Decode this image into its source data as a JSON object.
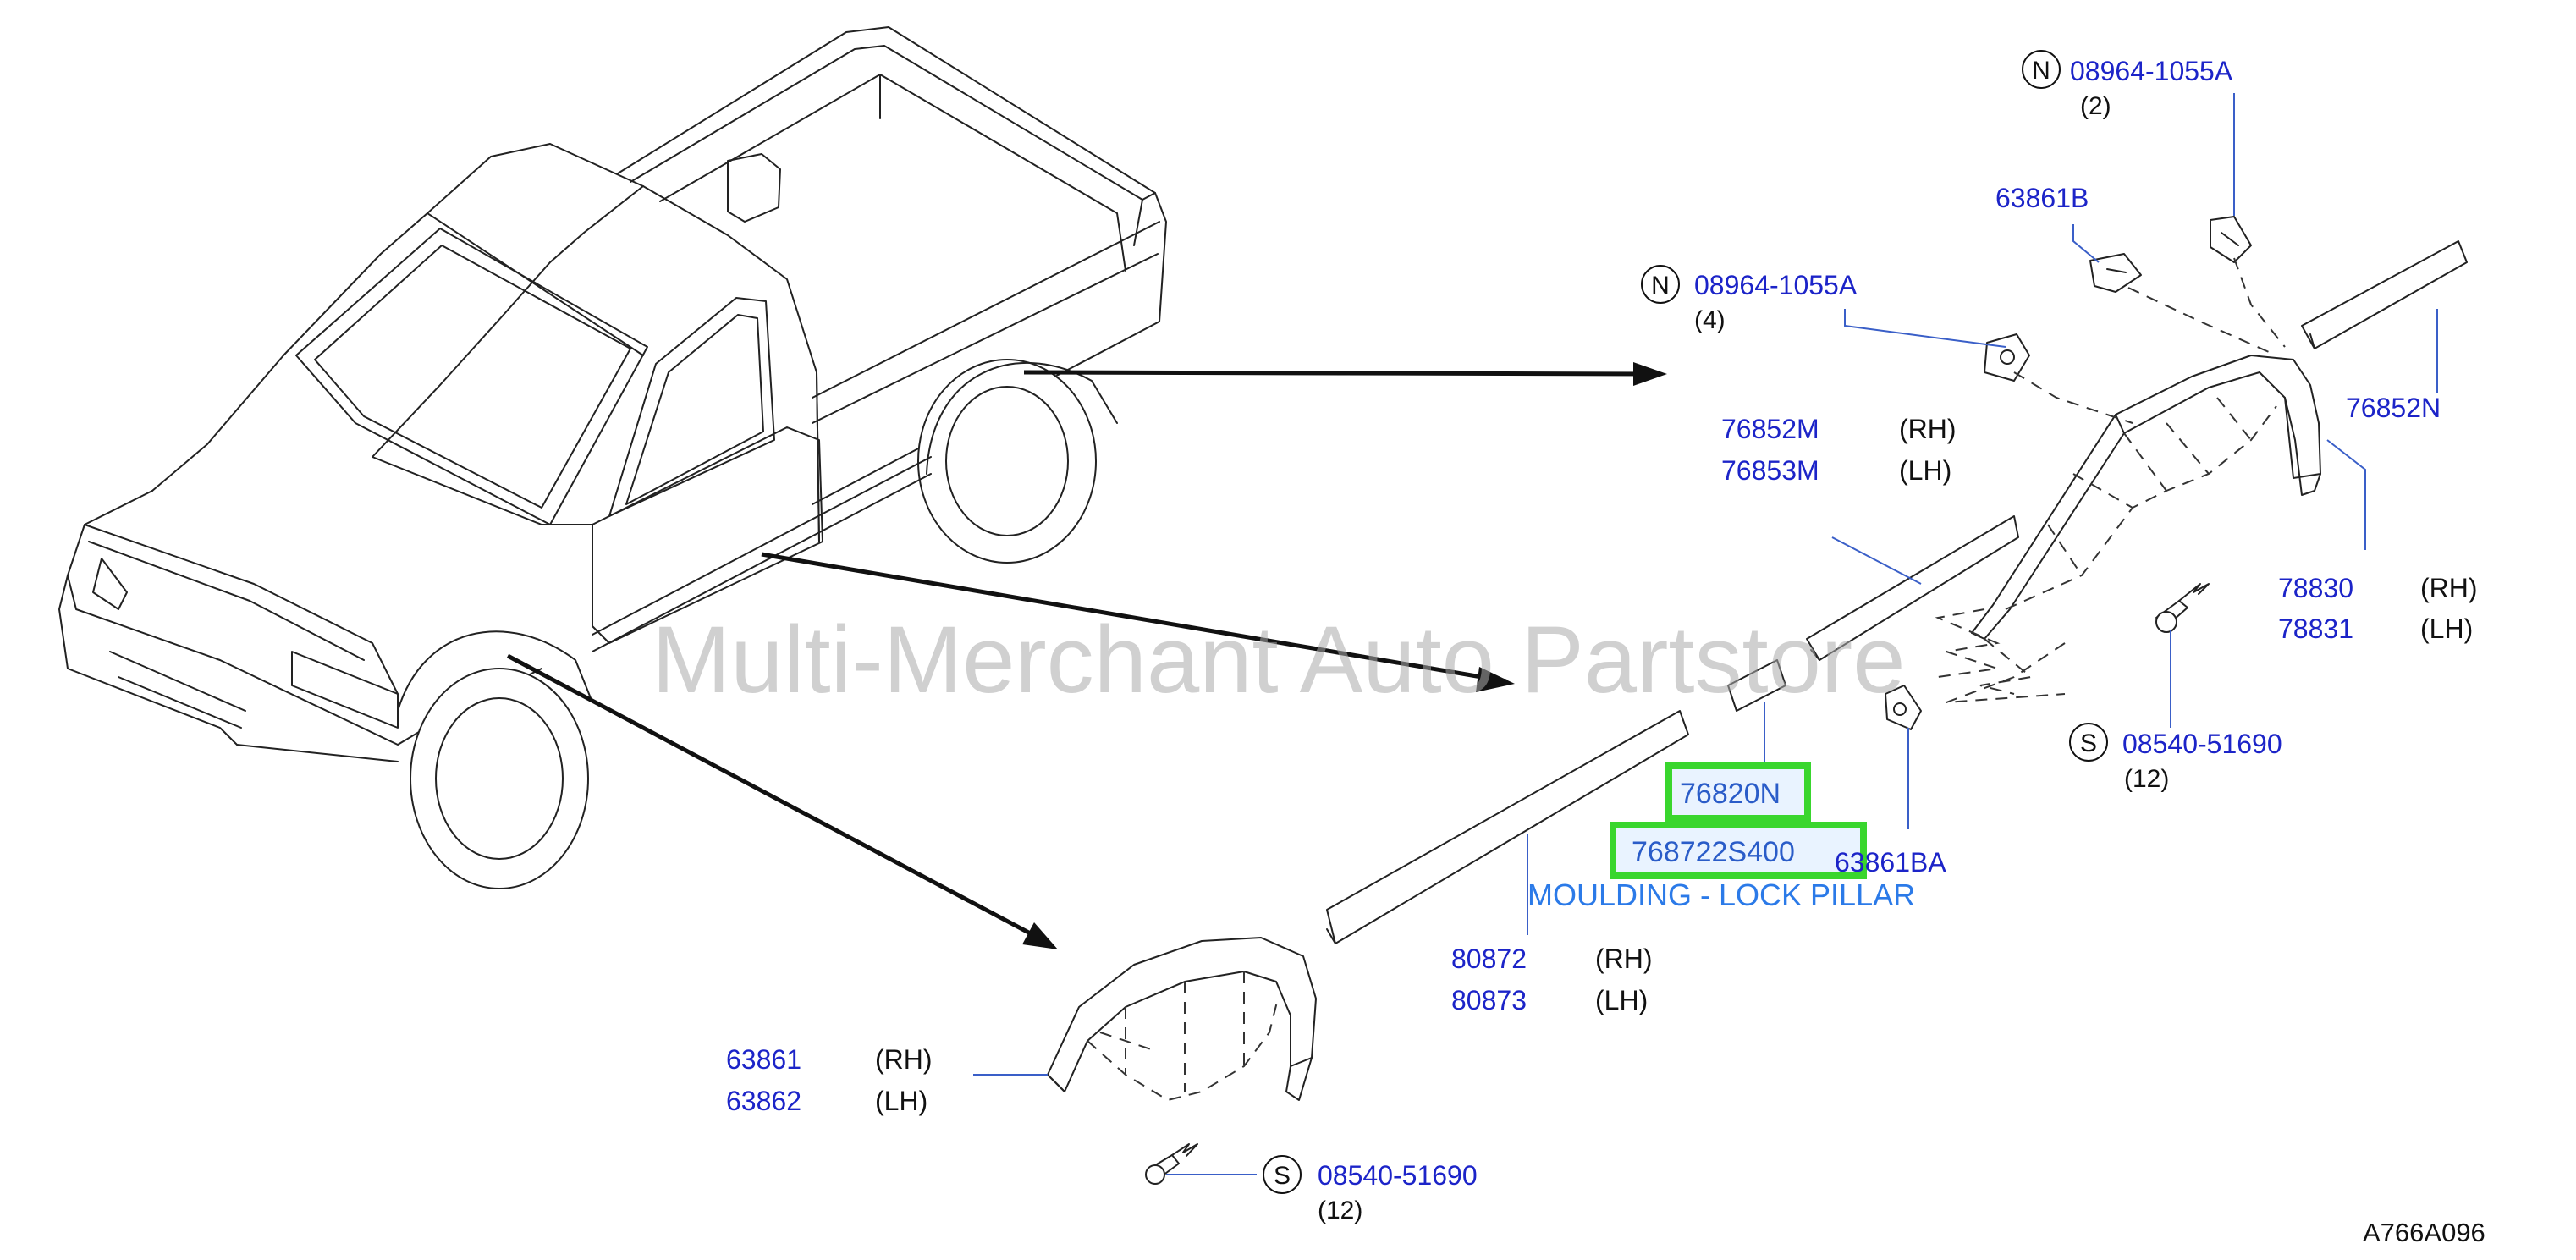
{
  "watermark": "Multi-Merchant Auto Partstore",
  "diagram_ref": "A766A096",
  "description": "MOULDING - LOCK PILLAR",
  "parts": {
    "clip_top": {
      "prefix": "N",
      "number": "08964-1055A",
      "qty": "(2)"
    },
    "clip_left": {
      "prefix": "N",
      "number": "08964-1055A",
      "qty": "(4)"
    },
    "bracket_63861B": {
      "number": "63861B"
    },
    "moulding_76852N": {
      "number": "76852N"
    },
    "moulding_76852M": {
      "number": "76852M",
      "side": "(RH)"
    },
    "moulding_76853M": {
      "number": "76853M",
      "side": "(LH)"
    },
    "flare_78830": {
      "number": "78830",
      "side": "(RH)"
    },
    "flare_78831": {
      "number": "78831",
      "side": "(LH)"
    },
    "screw_rear": {
      "prefix": "S",
      "number": "08540-51690",
      "qty": "(12)"
    },
    "moulding_76820N": {
      "number": "76820N"
    },
    "moulding_768722S400": {
      "number": "768722S400"
    },
    "bracket_63861BA": {
      "number": "63861BA"
    },
    "moulding_80872": {
      "number": "80872",
      "side": "(RH)"
    },
    "moulding_80873": {
      "number": "80873",
      "side": "(LH)"
    },
    "flare_63861": {
      "number": "63861",
      "side": "(RH)"
    },
    "flare_63862": {
      "number": "63862",
      "side": "(LH)"
    },
    "screw_front": {
      "prefix": "S",
      "number": "08540-51690",
      "qty": "(12)"
    }
  },
  "colors": {
    "part_link": "#1c24c8",
    "highlight_border": "#39d62e",
    "description": "#2b7ae8"
  }
}
